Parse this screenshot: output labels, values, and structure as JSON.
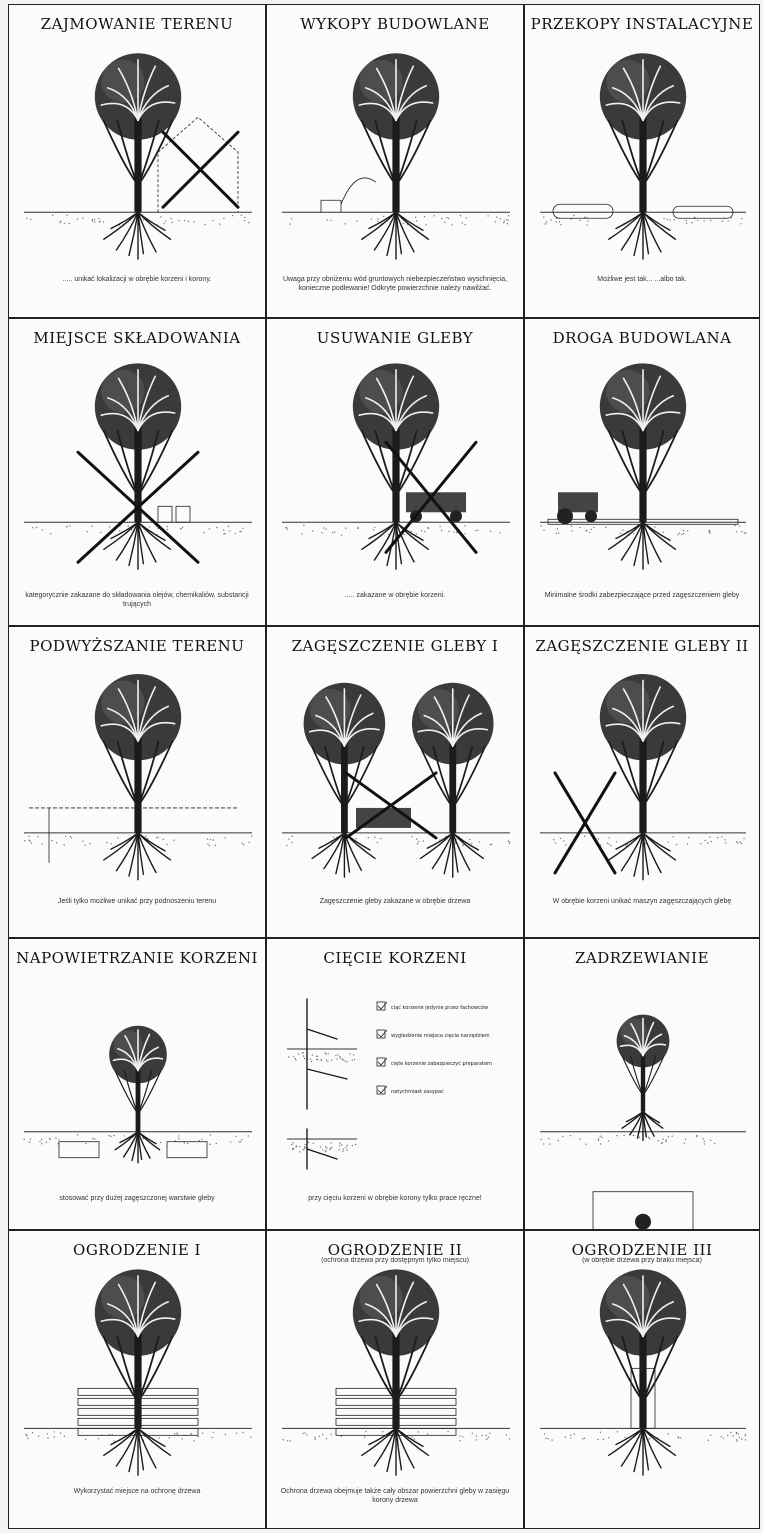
{
  "panels": [
    {
      "title": "ZAJMOWANIE TERENU",
      "subtitle": "",
      "caption": "..... unikać lokalizacji w obrębie korzeni i korony.",
      "variant": "house"
    },
    {
      "title": "WYKOPY BUDOWLANE",
      "subtitle": "",
      "caption": "Uwaga przy obniżeniu wód gruntowych niebezpieczeństwo wyschnięcia, konieczne podlewanie! Odkryte powierzchnie należy nawilżać.",
      "variant": "excavation"
    },
    {
      "title": "PRZEKOPY INSTALACYJNE",
      "subtitle": "",
      "caption": "Możliwe jest tak...           ...albo tak.",
      "variant": "pipes"
    },
    {
      "title": "MIEJSCE SKŁADOWANIA",
      "subtitle": "",
      "caption": "kategorycznie zakazane do składowania olejów, chemikaliów, substancji trujących",
      "variant": "storage"
    },
    {
      "title": "USUWANIE GLEBY",
      "subtitle": "",
      "caption": "..... zakazane w obrębie korzeni.",
      "variant": "soil"
    },
    {
      "title": "DROGA BUDOWLANA",
      "subtitle": "",
      "caption": "Minimalne środki zabezpieczające przed zagęszczeniem gleby",
      "variant": "road"
    },
    {
      "title": "PODWYŻSZANIE TERENU",
      "subtitle": "",
      "caption": "Jeśli tylko możliwe unikać przy podnoszeniu terenu",
      "variant": "raise"
    },
    {
      "title": "ZAGĘSZCZENIE GLEBY I",
      "subtitle": "",
      "caption": "Zagęszczenie gleby zakazane w obrębie drzewa",
      "variant": "compact1"
    },
    {
      "title": "ZAGĘSZCZENIE GLEBY II",
      "subtitle": "",
      "caption": "W obrębie korzeni unikać maszyn zagęszczających glebę",
      "variant": "compact2"
    },
    {
      "title": "NAPOWIETRZANIE KORZENI",
      "subtitle": "",
      "caption": "stosować przy dużej zagęszczonej warstwie gleby",
      "variant": "aeration"
    },
    {
      "title": "CIĘCIE KORZENI",
      "subtitle": "",
      "caption": "przy cięciu korzeni w obrębie korony tylko prace ręczne!",
      "variant": "cutting"
    },
    {
      "title": "ZADRZEWIANIE",
      "subtitle": "",
      "caption": "",
      "variant": "planting"
    },
    {
      "title": "OGRODZENIE I",
      "subtitle": "",
      "caption": "Wykorzystać miejsce na ochronę drzewa",
      "variant": "fence1"
    },
    {
      "title": "OGRODZENIE II",
      "subtitle": "(ochrona drzewa przy dostępnym tylko miejscu)",
      "caption": "Ochrona drzewa obejmuje także cały obszar powierzchni gleby w zasięgu korony drzewa",
      "variant": "fence2"
    },
    {
      "title": "OGRODZENIE III",
      "subtitle": "(w obrębie drzewa przy braku miejsca)",
      "caption": "",
      "variant": "fence3"
    }
  ],
  "cutting_checklist": [
    "ciąć korzenie jedynie przez fachowców",
    "wygładzenie miejsca cięcia narzędziem",
    "cięte korzenie zabezpieczyć preparatem",
    "natychmiast zasypać"
  ]
}
